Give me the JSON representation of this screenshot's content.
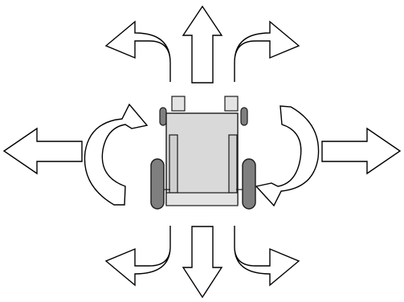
{
  "diagram": {
    "description_visible_text": "",
    "elements": [
      "arrow-forward",
      "arrow-forward-left-turn",
      "arrow-forward-right-turn",
      "arrow-left",
      "arrow-right",
      "arrow-rotate-counterclockwise",
      "arrow-rotate-clockwise",
      "arrow-backward",
      "arrow-backward-left-turn",
      "arrow-backward-right-turn",
      "robot-top-view"
    ],
    "colors": {
      "arrow_fill": "#ffffff",
      "outline": "#000000",
      "robot_body": "#d9d9d9",
      "wheel": "#7f7f7f"
    }
  }
}
